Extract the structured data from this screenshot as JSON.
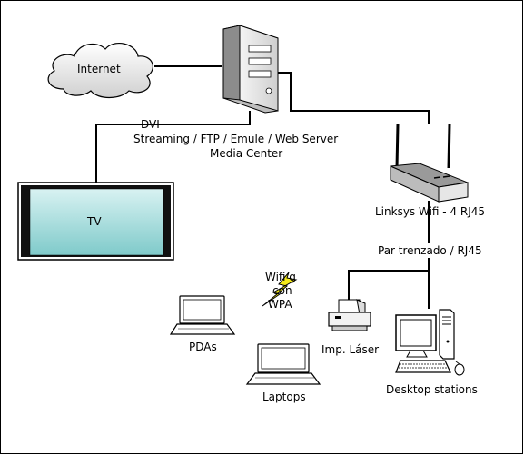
{
  "labels": {
    "internet": "Internet",
    "dvi": "DVI",
    "server_line1": "Streaming / FTP / Emule / Web Server",
    "server_line2": "Media Center",
    "tv": "TV",
    "router": "Linksys Wifi - 4 RJ45",
    "cable": "Par trenzado / RJ45",
    "wifi_line1": "Wifi  g",
    "wifi_line2": "con",
    "wifi_line3": "WPA",
    "pdas": "PDAs",
    "printer": "Imp. Láser",
    "laptops": "Laptops",
    "desktops": "Desktop stations"
  },
  "colors": {
    "tv_screen": "#a6dede",
    "server_body": "#e6e6e6",
    "bolt": "#f4ea1a"
  },
  "icons": [
    "cloud-icon",
    "server-icon",
    "tv-icon",
    "router-icon",
    "laptop-icon",
    "printer-icon",
    "desktop-icon",
    "lightning-icon"
  ]
}
